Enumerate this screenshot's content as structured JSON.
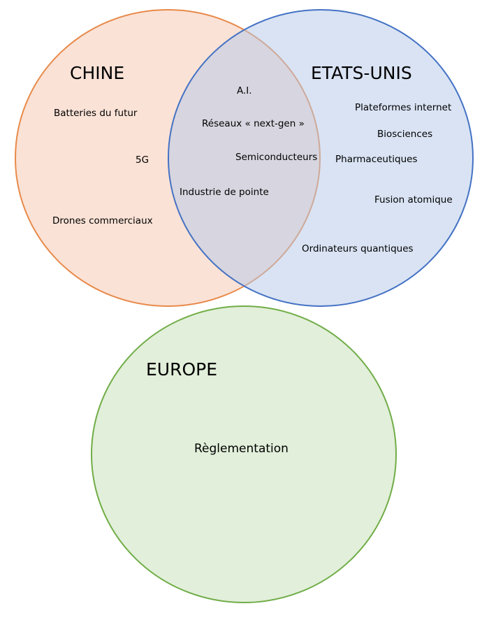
{
  "colors": {
    "chine_fill": "#f9dfd2",
    "chine_stroke": "#e88a4a",
    "usa_fill": "#d4dff3",
    "usa_stroke": "#4472c4",
    "europe_fill": "#e2efda",
    "europe_stroke": "#70ad47"
  },
  "sets": {
    "chine": {
      "title": "CHINE",
      "items": [
        "Batteries du futur",
        "5G",
        "Drones commerciaux"
      ]
    },
    "usa": {
      "title": "ETATS-UNIS",
      "items": [
        "Plateformes internet",
        "Biosciences",
        "Pharmaceutiques",
        "Fusion atomique",
        "Ordinateurs quantiques"
      ]
    },
    "overlap": {
      "items": [
        "A.I.",
        "Réseaux « next-gen »",
        "Semiconducteurs",
        "Industrie de pointe"
      ]
    },
    "europe": {
      "title": "EUROPE",
      "items": [
        "Règlementation"
      ]
    }
  }
}
